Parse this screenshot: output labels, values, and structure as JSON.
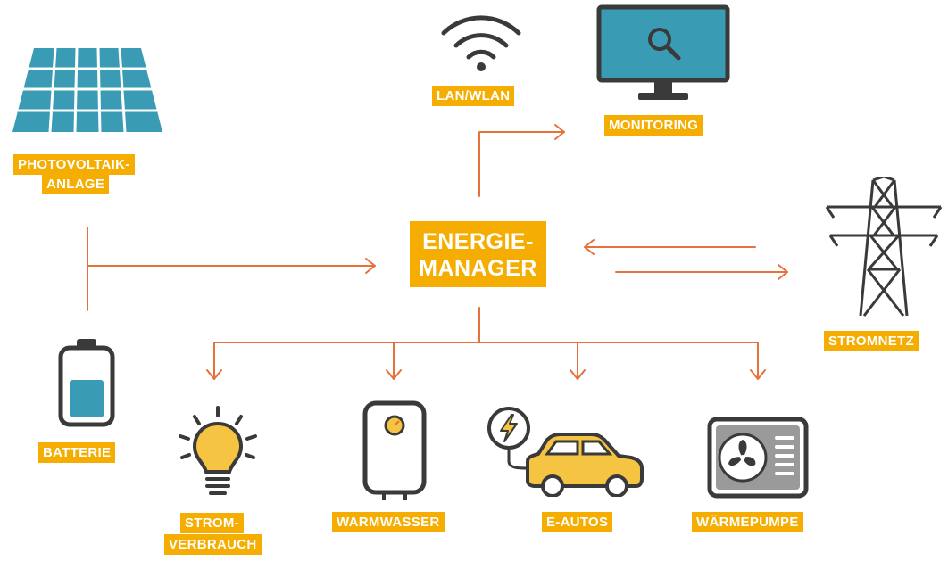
{
  "labels": {
    "pv_line1": "PHOTOVOLTAIK-",
    "pv_line2": "ANLAGE",
    "battery": "BATTERIE",
    "lan": "LAN/WLAN",
    "monitoring": "MONITORING",
    "em_line1": "ENERGIE-",
    "em_line2": "MANAGER",
    "grid": "STROMNETZ",
    "strom_line1": "STROM-",
    "strom_line2": "VERBRAUCH",
    "warmwasser": "WARMWASSER",
    "eautos": "E-AUTOS",
    "waermepumpe": "WÄRMEPUMPE"
  },
  "colors": {
    "accent_orange": "#e8703a",
    "label_yellow": "#f4ad00",
    "teal": "#3a9bb5",
    "dark_gray": "#3a3a3a",
    "bulb_yellow": "#f6c443",
    "car_yellow": "#f6c443"
  },
  "icons": [
    "solar-panel-icon",
    "battery-icon",
    "wifi-icon",
    "monitor-search-icon",
    "power-pylon-icon",
    "lightbulb-icon",
    "water-heater-icon",
    "electric-car-icon",
    "heat-pump-icon"
  ]
}
